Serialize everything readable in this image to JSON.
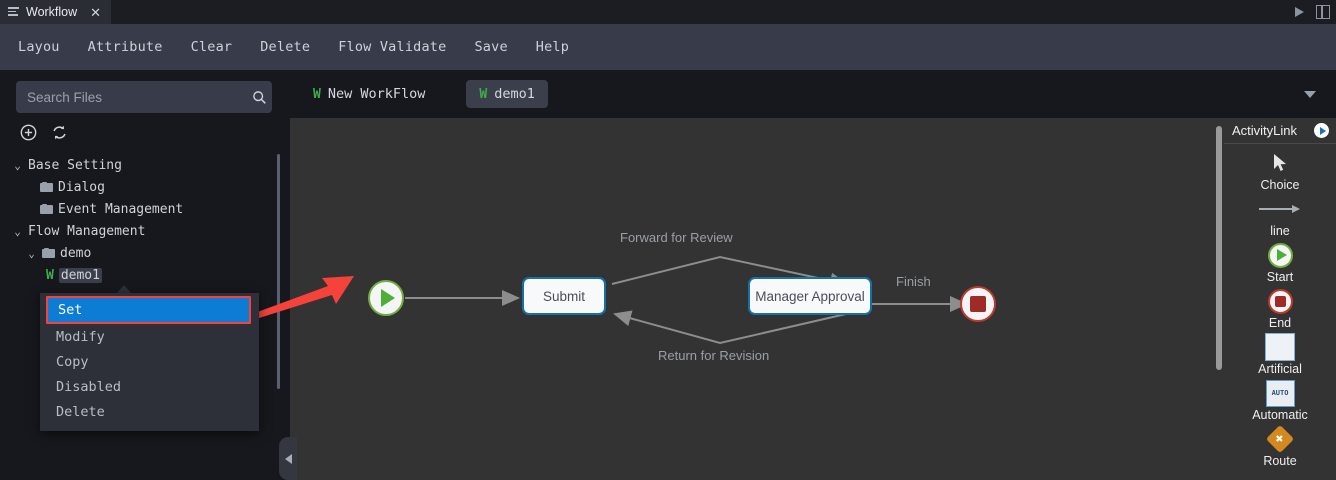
{
  "window": {
    "tab_title": "Workflow",
    "menu_icon": "hamburger-icon",
    "close_icon": "close-icon",
    "run_icon": "run-triangle-icon",
    "split_icon": "split-panel-icon"
  },
  "menubar": {
    "items": [
      {
        "label": "Layou"
      },
      {
        "label": "Attribute"
      },
      {
        "label": "Clear"
      },
      {
        "label": "Delete"
      },
      {
        "label": "Flow Validate"
      },
      {
        "label": "Save"
      },
      {
        "label": "Help"
      }
    ]
  },
  "sidebar": {
    "search": {
      "value": "",
      "placeholder": "Search Files",
      "icon": "search-icon"
    },
    "tools": [
      {
        "name": "add-icon"
      },
      {
        "name": "refresh-icon"
      }
    ],
    "tree": [
      {
        "label": "Base Setting",
        "chevron": "⌄",
        "depth": 0,
        "type": "group"
      },
      {
        "label": "Dialog",
        "depth": 1,
        "type": "folder"
      },
      {
        "label": "Event Management",
        "depth": 1,
        "type": "folder"
      },
      {
        "label": "Flow Management",
        "chevron": "⌄",
        "depth": 0,
        "type": "group"
      },
      {
        "label": "demo",
        "chevron": "⌄",
        "depth": 1,
        "type": "folder"
      },
      {
        "label": "demo1",
        "depth": 2,
        "type": "workflow",
        "selected": true
      }
    ]
  },
  "context_menu": {
    "items": [
      {
        "label": "Set",
        "active": true
      },
      {
        "label": "Modify",
        "active": false
      },
      {
        "label": "Copy",
        "active": false
      },
      {
        "label": "Disabled",
        "active": false
      },
      {
        "label": "Delete",
        "active": false
      }
    ],
    "highlight_fill": "#0c7cd5",
    "highlight_border": "#f5423a"
  },
  "editor": {
    "tabs": [
      {
        "label": "New WorkFlow",
        "icon": "w-icon",
        "active": false
      },
      {
        "label": "demo1",
        "icon": "w-icon",
        "active": true
      }
    ],
    "dropdown_icon": "chevron-down-icon"
  },
  "flow": {
    "nodes": [
      {
        "id": "start",
        "type": "start",
        "label": ""
      },
      {
        "id": "submit",
        "type": "activity",
        "label": "Submit"
      },
      {
        "id": "approval",
        "type": "activity",
        "label": "Manager Approval"
      },
      {
        "id": "end",
        "type": "end",
        "label": ""
      }
    ],
    "edges": [
      {
        "from": "start",
        "to": "submit",
        "label": ""
      },
      {
        "from": "submit",
        "to": "approval",
        "label": "Forward for Review"
      },
      {
        "from": "approval",
        "to": "submit",
        "label": "Return for Revision"
      },
      {
        "from": "approval",
        "to": "end",
        "label": "Finish"
      }
    ],
    "node_border_color": "#1572a8",
    "start_color": "#4fae36",
    "end_color": "#9e2b25"
  },
  "palette": {
    "title": "ActivityLink",
    "expand_icon": "arrow-right-circle-icon",
    "items": [
      {
        "label": "Choice",
        "icon": "cursor-icon"
      },
      {
        "label": "line",
        "icon": "arrow-line-icon"
      },
      {
        "label": "Start",
        "icon": "start-node-icon"
      },
      {
        "label": "End",
        "icon": "end-node-icon"
      },
      {
        "label": "Artificial",
        "icon": "artificial-node-icon"
      },
      {
        "label": "Automatic",
        "icon": "automatic-node-icon",
        "badge": "AUTO"
      },
      {
        "label": "Route",
        "icon": "route-diamond-icon"
      }
    ]
  },
  "annotation": {
    "arrow_color": "#f5423a"
  }
}
